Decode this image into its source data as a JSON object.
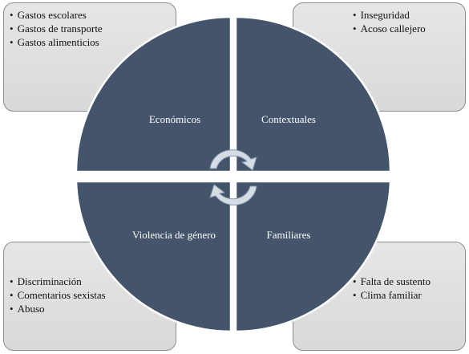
{
  "colors": {
    "quadrant_fill": "#44546a",
    "box_fill": "#e0e0e0",
    "arrow_fill": "#d6dce4"
  },
  "quadrants": {
    "top_left": "Económicos",
    "top_right": "Contextuales",
    "bottom_left": "Violencia de género",
    "bottom_right": "Familiares"
  },
  "boxes": {
    "top_left": [
      "Gastos escolares",
      "Gastos de transporte",
      "Gastos alimenticios"
    ],
    "top_right": [
      "Inseguridad",
      "Acoso callejero"
    ],
    "bottom_left": [
      "Discriminación",
      "Comentarios sexistas",
      "Abuso"
    ],
    "bottom_right": [
      "Falta de sustento",
      "Clima familiar"
    ]
  }
}
